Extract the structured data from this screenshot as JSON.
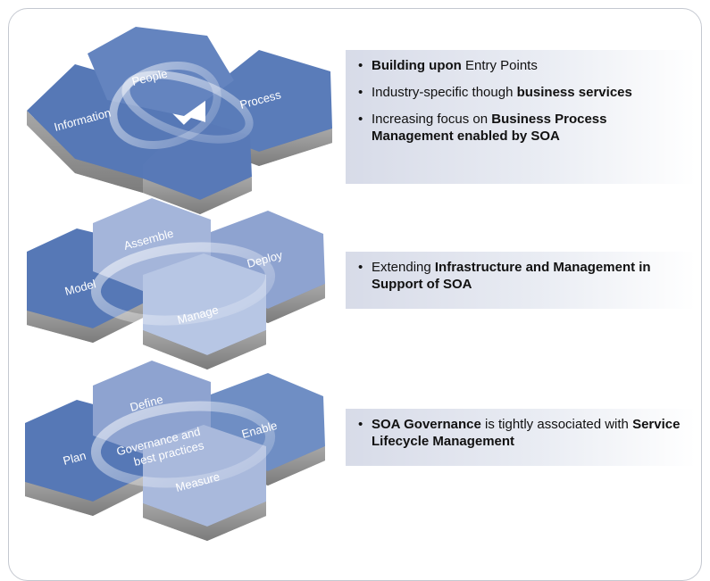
{
  "groups": [
    {
      "hexes": [
        "Information",
        "People",
        "Process"
      ],
      "bullets": [
        [
          {
            "t": "Building upon",
            "b": true
          },
          {
            "t": " Entry Points",
            "b": false
          }
        ],
        [
          {
            "t": "Industry-specific though ",
            "b": false
          },
          {
            "t": "business services",
            "b": true
          }
        ],
        [
          {
            "t": "Increasing focus on ",
            "b": false
          },
          {
            "t": "Business Process Management enabled by SOA",
            "b": true
          }
        ]
      ]
    },
    {
      "hexes": [
        "Model",
        "Assemble",
        "Deploy",
        "Manage"
      ],
      "bullets": [
        [
          {
            "t": "Extending ",
            "b": false
          },
          {
            "t": "Infrastructure and Management in Support of SOA",
            "b": true
          }
        ]
      ]
    },
    {
      "hexes": [
        "Plan",
        "Define",
        "Enable",
        "Measure"
      ],
      "center": "Governance and best practices",
      "bullets": [
        [
          {
            "t": "SOA Governance",
            "b": true
          },
          {
            "t": " is tightly associated with ",
            "b": false
          },
          {
            "t": "Service Lifecycle Management",
            "b": true
          }
        ]
      ]
    }
  ],
  "colors": {
    "hex_dark": "#4f72b0",
    "hex_mid": "#6f8ec4",
    "hex_light": "#9fb3d9",
    "hex_pale": "#b7c6e4",
    "side": "#9a9a9a"
  }
}
